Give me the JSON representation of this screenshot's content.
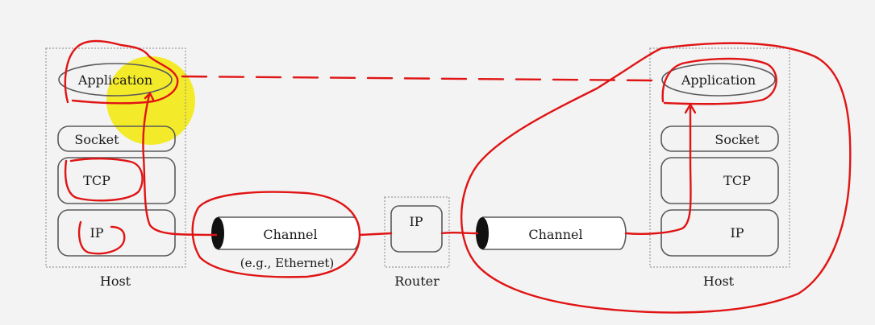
{
  "left_host": {
    "label": "Host",
    "layers": {
      "application": "Application",
      "socket": "Socket",
      "tcp": "TCP",
      "ip": "IP"
    }
  },
  "channel_left": {
    "label": "Channel",
    "sublabel": "(e.g., Ethernet)"
  },
  "router": {
    "label": "Router",
    "layer": "IP"
  },
  "channel_right": {
    "label": "Channel"
  },
  "right_host": {
    "label": "Host",
    "layers": {
      "application": "Application",
      "socket": "Socket",
      "tcp": "TCP",
      "ip": "IP"
    }
  },
  "colors": {
    "annotation": "#e01414",
    "highlight": "#f2ea1e",
    "outline": "#5a5a5a",
    "dotted_border": "#9a9a9a",
    "background": "#f3f3f3"
  }
}
